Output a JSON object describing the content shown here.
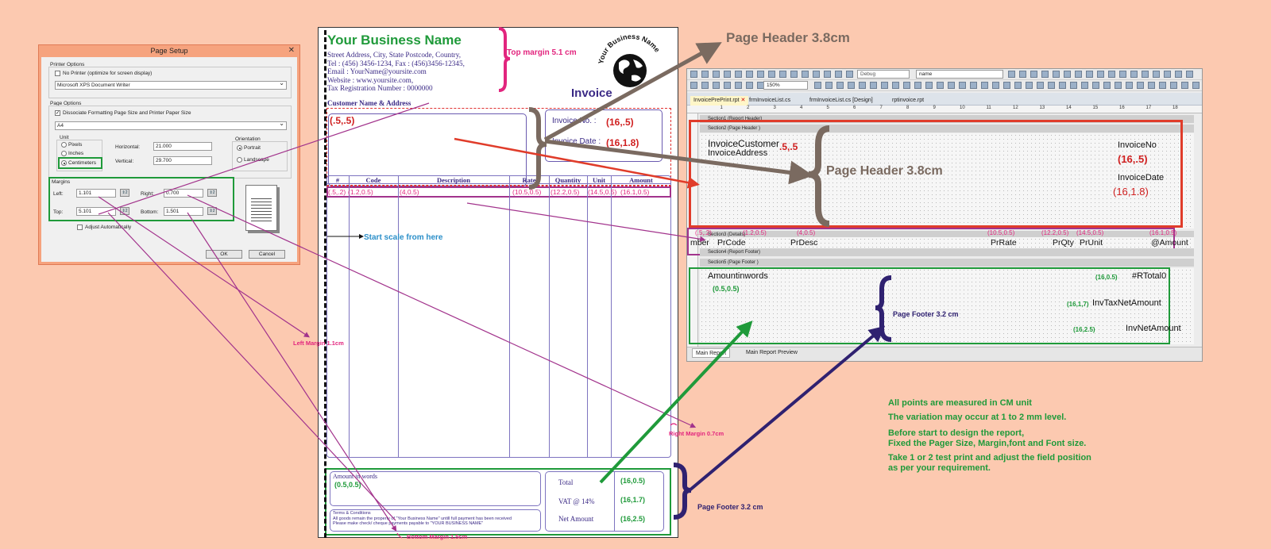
{
  "page_setup": {
    "title": "Page Setup",
    "printer_options_label": "Printer Options",
    "no_printer_label": "No Printer (optimize for screen display)",
    "printer_value": "Microsoft XPS Document Writer",
    "page_options_label": "Page Options",
    "dissociate_label": "Dissociate Formatting Page Size and Printer Paper Size",
    "paper_value": "A4",
    "unit_label": "Unit",
    "unit_pixels": "Pixels",
    "unit_inches": "Inches",
    "unit_cm": "Centimeters",
    "horizontal_label": "Horizontal:",
    "horizontal_value": "21.000",
    "vertical_label": "Vertical:",
    "vertical_value": "29.700",
    "orientation_label": "Orientation",
    "portrait_label": "Portrait",
    "landscape_label": "Landscape",
    "margins_label": "Margins",
    "left_label": "Left:",
    "left_value": "1.101",
    "right_label": "Right:",
    "right_value": "0.700",
    "top_label": "Top:",
    "top_value": "5.101",
    "bottom_label": "Bottom:",
    "bottom_value": "1.501",
    "adjust_label": "Adjust Automatically",
    "ok_label": "OK",
    "cancel_label": "Cancel"
  },
  "invoice": {
    "business_name": "Your Business Name",
    "address_lines": [
      "Street Address, City, State Postcode, Country,",
      "Tel : (456) 3456-1234, Fax : (456)3456-12345,",
      "Email : YourName@yoursite.com",
      "Website : www.yoursite.com,",
      "Tax Registration Number : 0000000"
    ],
    "logo_text": "Your Business Name",
    "title": "Invoice",
    "customer_label": "Customer Name & Address",
    "customer_coord": "(.5,.5)",
    "invoice_no_label": "Invoice No.  :",
    "invoice_no_coord": "(16,.5)",
    "invoice_date_label": "Invoice Date :",
    "invoice_date_coord": "(16,1.8)",
    "columns": [
      "#",
      "Code",
      "Description",
      "Rate",
      "Quantity",
      "Unit",
      "Amount"
    ],
    "row_coords": [
      "(.5,.2)",
      "(1.2,0.5)",
      "(4,0.5)",
      "(10.5,0.5)",
      "(12.2,0.5)",
      "(14.5,0.5)",
      "(16.1,0.5)"
    ],
    "amount_words_label": "Amount in words",
    "amount_words_coord": "(0.5,0.5)",
    "terms_title": "Terms & Conditions",
    "terms_line1": "All goods remain the property of \"Your Business Name\" untill full payment has been received",
    "terms_line2": "Please make check/ cheque payments payable to \"YOUR BUSINESS NAME\"",
    "total_label": "Total",
    "total_coord": "(16,0.5)",
    "vat_label": "VAT @ 14%",
    "vat_coord": "(16,1.7)",
    "net_label": "Net Amount",
    "net_coord": "(16,2.5)"
  },
  "annotations": {
    "top_margin": "Top margin 5.1 cm",
    "page_header_big": "Page Header 3.8cm",
    "start_scale": "Start scale from here",
    "left_margin": "Left Margin 1.1cm",
    "right_margin": "Right Margin 0.7cm",
    "bottom_margin": "Bottom Margin 1.5cm",
    "page_footer_left": "Page Footer 3.2 cm",
    "page_header_designer": "Page Header 3.8cm",
    "page_footer_designer": "Page Footer 3.2 cm"
  },
  "designer": {
    "tabs": [
      "InvoicePrePrint.rpt",
      "frmInvoiceList.cs",
      "frmInvoiceList.cs [Design]",
      "rptinvoice.rpt"
    ],
    "combo_debug": "Debug",
    "combo_name": "name",
    "zoom": "150%",
    "section_report_header": "Section1 (Report Header)",
    "section_page_header": "Section2 (Page Header )",
    "section_details": "Section3 (Details)",
    "section_report_footer": "Section4 (Report Footer)",
    "section_page_footer": "Section5 (Page Footer )",
    "invoice_customer": "InvoiceCustomer",
    "invoice_address": "InvoiceAddress",
    "customer_coord": ".5,.5",
    "invoice_no_field": "InvoiceNo",
    "invoice_no_coord": "(16,.5)",
    "invoice_date_field": "InvoiceDate",
    "invoice_date_coord": "(16,1.8)",
    "detail_fields": [
      "mber",
      "PrCode",
      "PrDesc",
      "PrRate",
      "PrQty",
      "PrUnit",
      "@Amount"
    ],
    "detail_coords": [
      "(.5,.2)",
      "(1.2,0.5)",
      "(4,0.5)",
      "(10.5,0.5)",
      "(12.2,0.5)",
      "(14.5,0.5)",
      "(16.1,0.5)"
    ],
    "amount_in_words": "Amountinwords",
    "amount_words_coord": "(0.5,0.5)",
    "rtotal_coord": "(16,0.5)",
    "rtotal_field": "#RTotal0",
    "tax_coord": "(16,1,7)",
    "tax_field": "InvTaxNetAmount",
    "net_coord": "(16,2.5)",
    "net_field": "InvNetAmount",
    "bottom_tabs": [
      "Main Report",
      "Main Report Preview"
    ]
  },
  "notes": [
    "All points are measured in CM unit",
    "The variation may occur at 1 to 2 mm level.",
    "Before start to design the report,",
    "Fixed the Pager Size, Margin,font and Font size.",
    "Take 1 or 2 test print and adjust the field position",
    "as per your requirement."
  ],
  "colors": {
    "background": "#fcc9b0",
    "business_green": "#1f9a3a",
    "invoice_purple": "#3b2a86",
    "coord_red": "#d02020",
    "annotation_magenta": "#e2257e",
    "brace_brown": "#7a6a60",
    "footer_navy": "#2f2170"
  }
}
